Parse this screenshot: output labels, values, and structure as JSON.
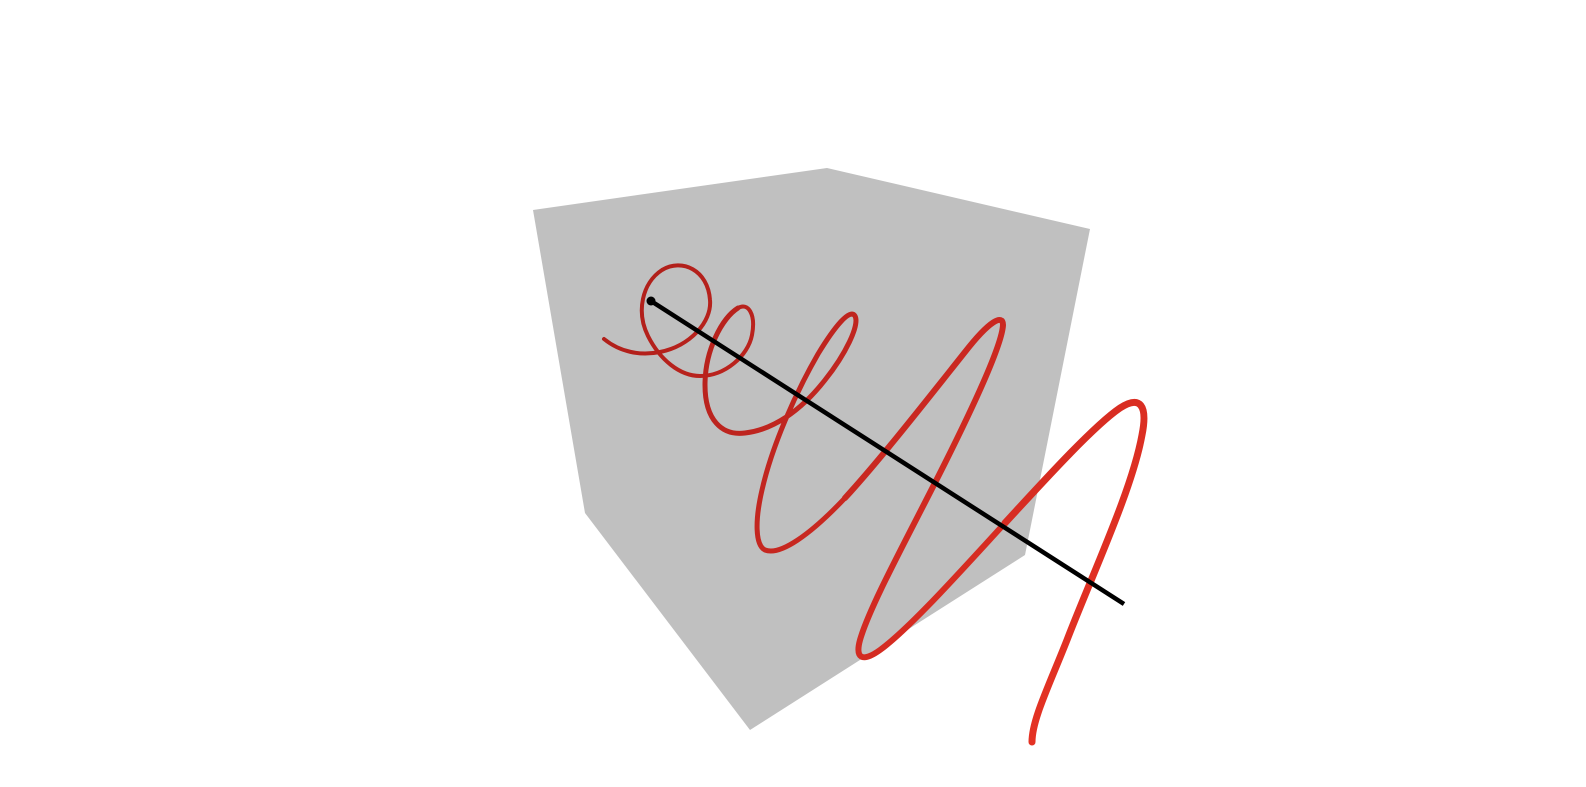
{
  "scene": {
    "background": "#ffffff",
    "shape": {
      "name": "gray-polyhedron-silhouette",
      "fill": "#c0c0c0"
    },
    "axis_line": {
      "name": "black-axis-line",
      "color": "#000000",
      "has_start_marker": true
    },
    "curve": {
      "name": "helix-spiral-curve",
      "gradient_colors": [
        "#b01f1a",
        "#c22620",
        "#d62c22",
        "#ea3524"
      ],
      "description_visible": false
    }
  }
}
